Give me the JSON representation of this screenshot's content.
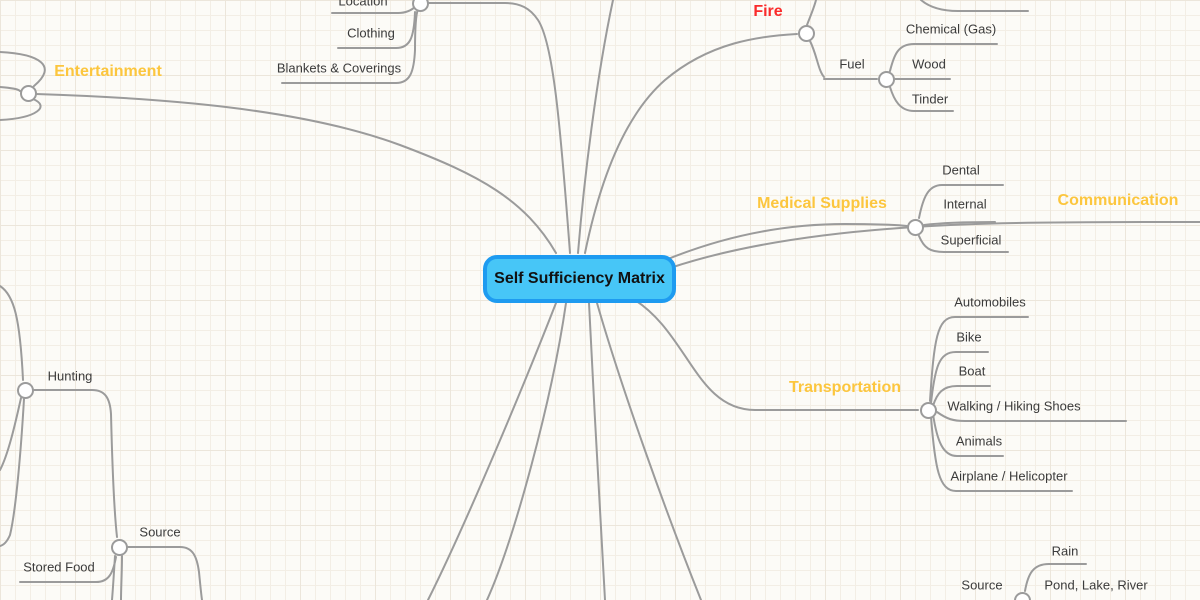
{
  "app": {
    "kind": "mind-map-canvas"
  },
  "colors": {
    "background": "#FCFBF7",
    "grid_line": "#F3EEE5",
    "grid_line_major": "#ECE6DB",
    "branch_line": "#9B9B9B",
    "category_label": "#FCC63E",
    "warning_label": "#FA2B2B",
    "plain_label": "#3B3B3B",
    "center_fill": "#47C6F7",
    "center_border": "#1E9BF0",
    "center_text": "#111111"
  },
  "map": {
    "center": {
      "label": "Self Sufficiency Matrix"
    },
    "shelter_group": {
      "children": {
        "location": {
          "label": "Location"
        },
        "clothing": {
          "label": "Clothing"
        },
        "blankets": {
          "label": "Blankets & Coverings"
        }
      }
    },
    "entertainment": {
      "label": "Entertainment"
    },
    "fire": {
      "label": "Fire",
      "children": {
        "fuel": {
          "label": "Fuel",
          "children": {
            "chemical": {
              "label": "Chemical (Gas)"
            },
            "wood": {
              "label": "Wood"
            },
            "tinder": {
              "label": "Tinder"
            }
          }
        }
      }
    },
    "medical": {
      "label": "Medical Supplies",
      "children": {
        "dental": {
          "label": "Dental"
        },
        "internal": {
          "label": "Internal"
        },
        "superficial": {
          "label": "Superficial"
        }
      }
    },
    "communication": {
      "label": "Communication"
    },
    "transportation": {
      "label": "Transportation",
      "children": {
        "automobiles": {
          "label": "Automobiles"
        },
        "bike": {
          "label": "Bike"
        },
        "boat": {
          "label": "Boat"
        },
        "walking": {
          "label": "Walking / Hiking Shoes"
        },
        "animals": {
          "label": "Animals"
        },
        "airplane": {
          "label": "Airplane / Helicopter"
        }
      }
    },
    "food_group": {
      "hunting": {
        "label": "Hunting"
      },
      "source": {
        "label": "Source",
        "children": {
          "stored_food": {
            "label": "Stored Food"
          }
        }
      }
    },
    "water_group": {
      "source": {
        "label": "Source",
        "children": {
          "rain": {
            "label": "Rain"
          },
          "pond_lake_river": {
            "label": "Pond, Lake, River"
          }
        }
      }
    }
  }
}
